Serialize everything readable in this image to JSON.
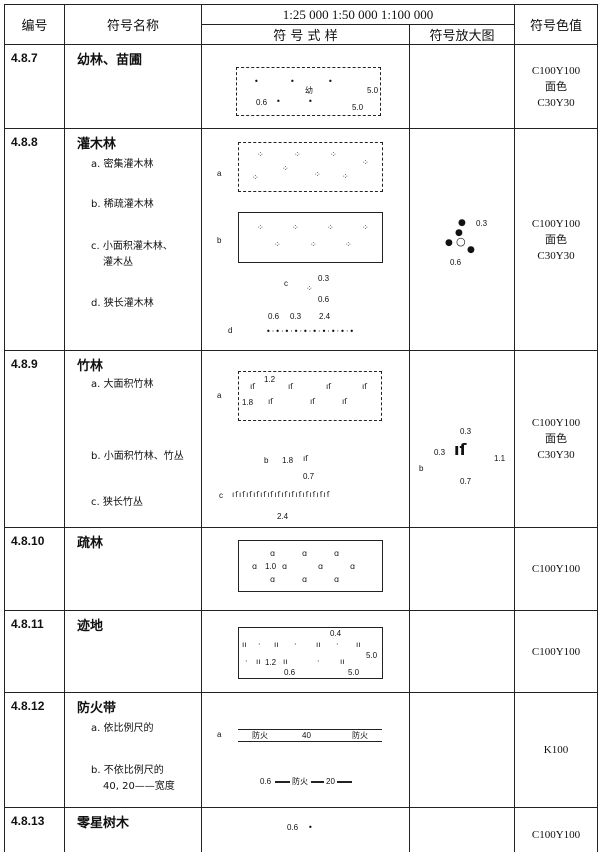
{
  "header": {
    "code": "编号",
    "name": "符号名称",
    "scales": "1:25 000   1:50 000   1:100 000",
    "sample": "符 号 式 样",
    "enlarged": "符号放大图",
    "color": "符号色值"
  },
  "rows": [
    {
      "code": "4.8.7",
      "name": "幼林、苗圃",
      "color": [
        "C100Y100",
        "面色",
        "C30Y30"
      ],
      "labels": {
        "dot": "0.6",
        "char": "幼",
        "dim1": "5.0",
        "dim2": "5.0"
      }
    },
    {
      "code": "4.8.8",
      "name": "灌木林",
      "subs": [
        "a. 密集灌木林",
        "b. 稀疏灌木林",
        "c. 小面积灌木林、",
        "灌木丛",
        "d. 狭长灌木林"
      ],
      "color": [
        "C100Y100",
        "面色",
        "C30Y30"
      ],
      "labels": {
        "a": "a",
        "b": "b",
        "c": "c",
        "d": "d",
        "c1": "0.3",
        "c2": "0.6",
        "d1": "0.6",
        "d2": "0.3",
        "d3": "2.4",
        "e1": "0.3",
        "e2": "0.6"
      }
    },
    {
      "code": "4.8.9",
      "name": "竹林",
      "subs": [
        "a. 大面积竹林",
        "b. 小面积竹林、竹丛",
        "c. 狭长竹丛"
      ],
      "color": [
        "C100Y100",
        "面色",
        "C30Y30"
      ],
      "labels": {
        "a": "a",
        "b": "b",
        "c": "c",
        "a1": "1.2",
        "a2": "1.8",
        "b1": "1.8",
        "b2": "0.7",
        "c1": "2.4",
        "e1": "0.3",
        "e2": "0.3",
        "e3": "1.1",
        "e4": "0.7",
        "eb": "b"
      }
    },
    {
      "code": "4.8.10",
      "name": "疏林",
      "color": [
        "C100Y100"
      ],
      "labels": {
        "d1": "1.0"
      }
    },
    {
      "code": "4.8.11",
      "name": "迹地",
      "color": [
        "C100Y100"
      ],
      "labels": {
        "d1": "0.4",
        "d2": "1.2",
        "d3": "0.6",
        "d4": "5.0",
        "d5": "5.0"
      }
    },
    {
      "code": "4.8.12",
      "name": "防火带",
      "subs": [
        "a. 依比例尺的",
        "b. 不依比例尺的",
        "40, 20——宽度"
      ],
      "color": [
        "K100"
      ],
      "labels": {
        "a": "a",
        "fh1": "防火",
        "w": "40",
        "fh2": "防火",
        "b1": "0.6",
        "fh3": "防火",
        "b2": "20"
      }
    },
    {
      "code": "4.8.13",
      "name": "零星树木",
      "color": [
        "C100Y100"
      ],
      "labels": {
        "d1": "0.6"
      }
    }
  ]
}
